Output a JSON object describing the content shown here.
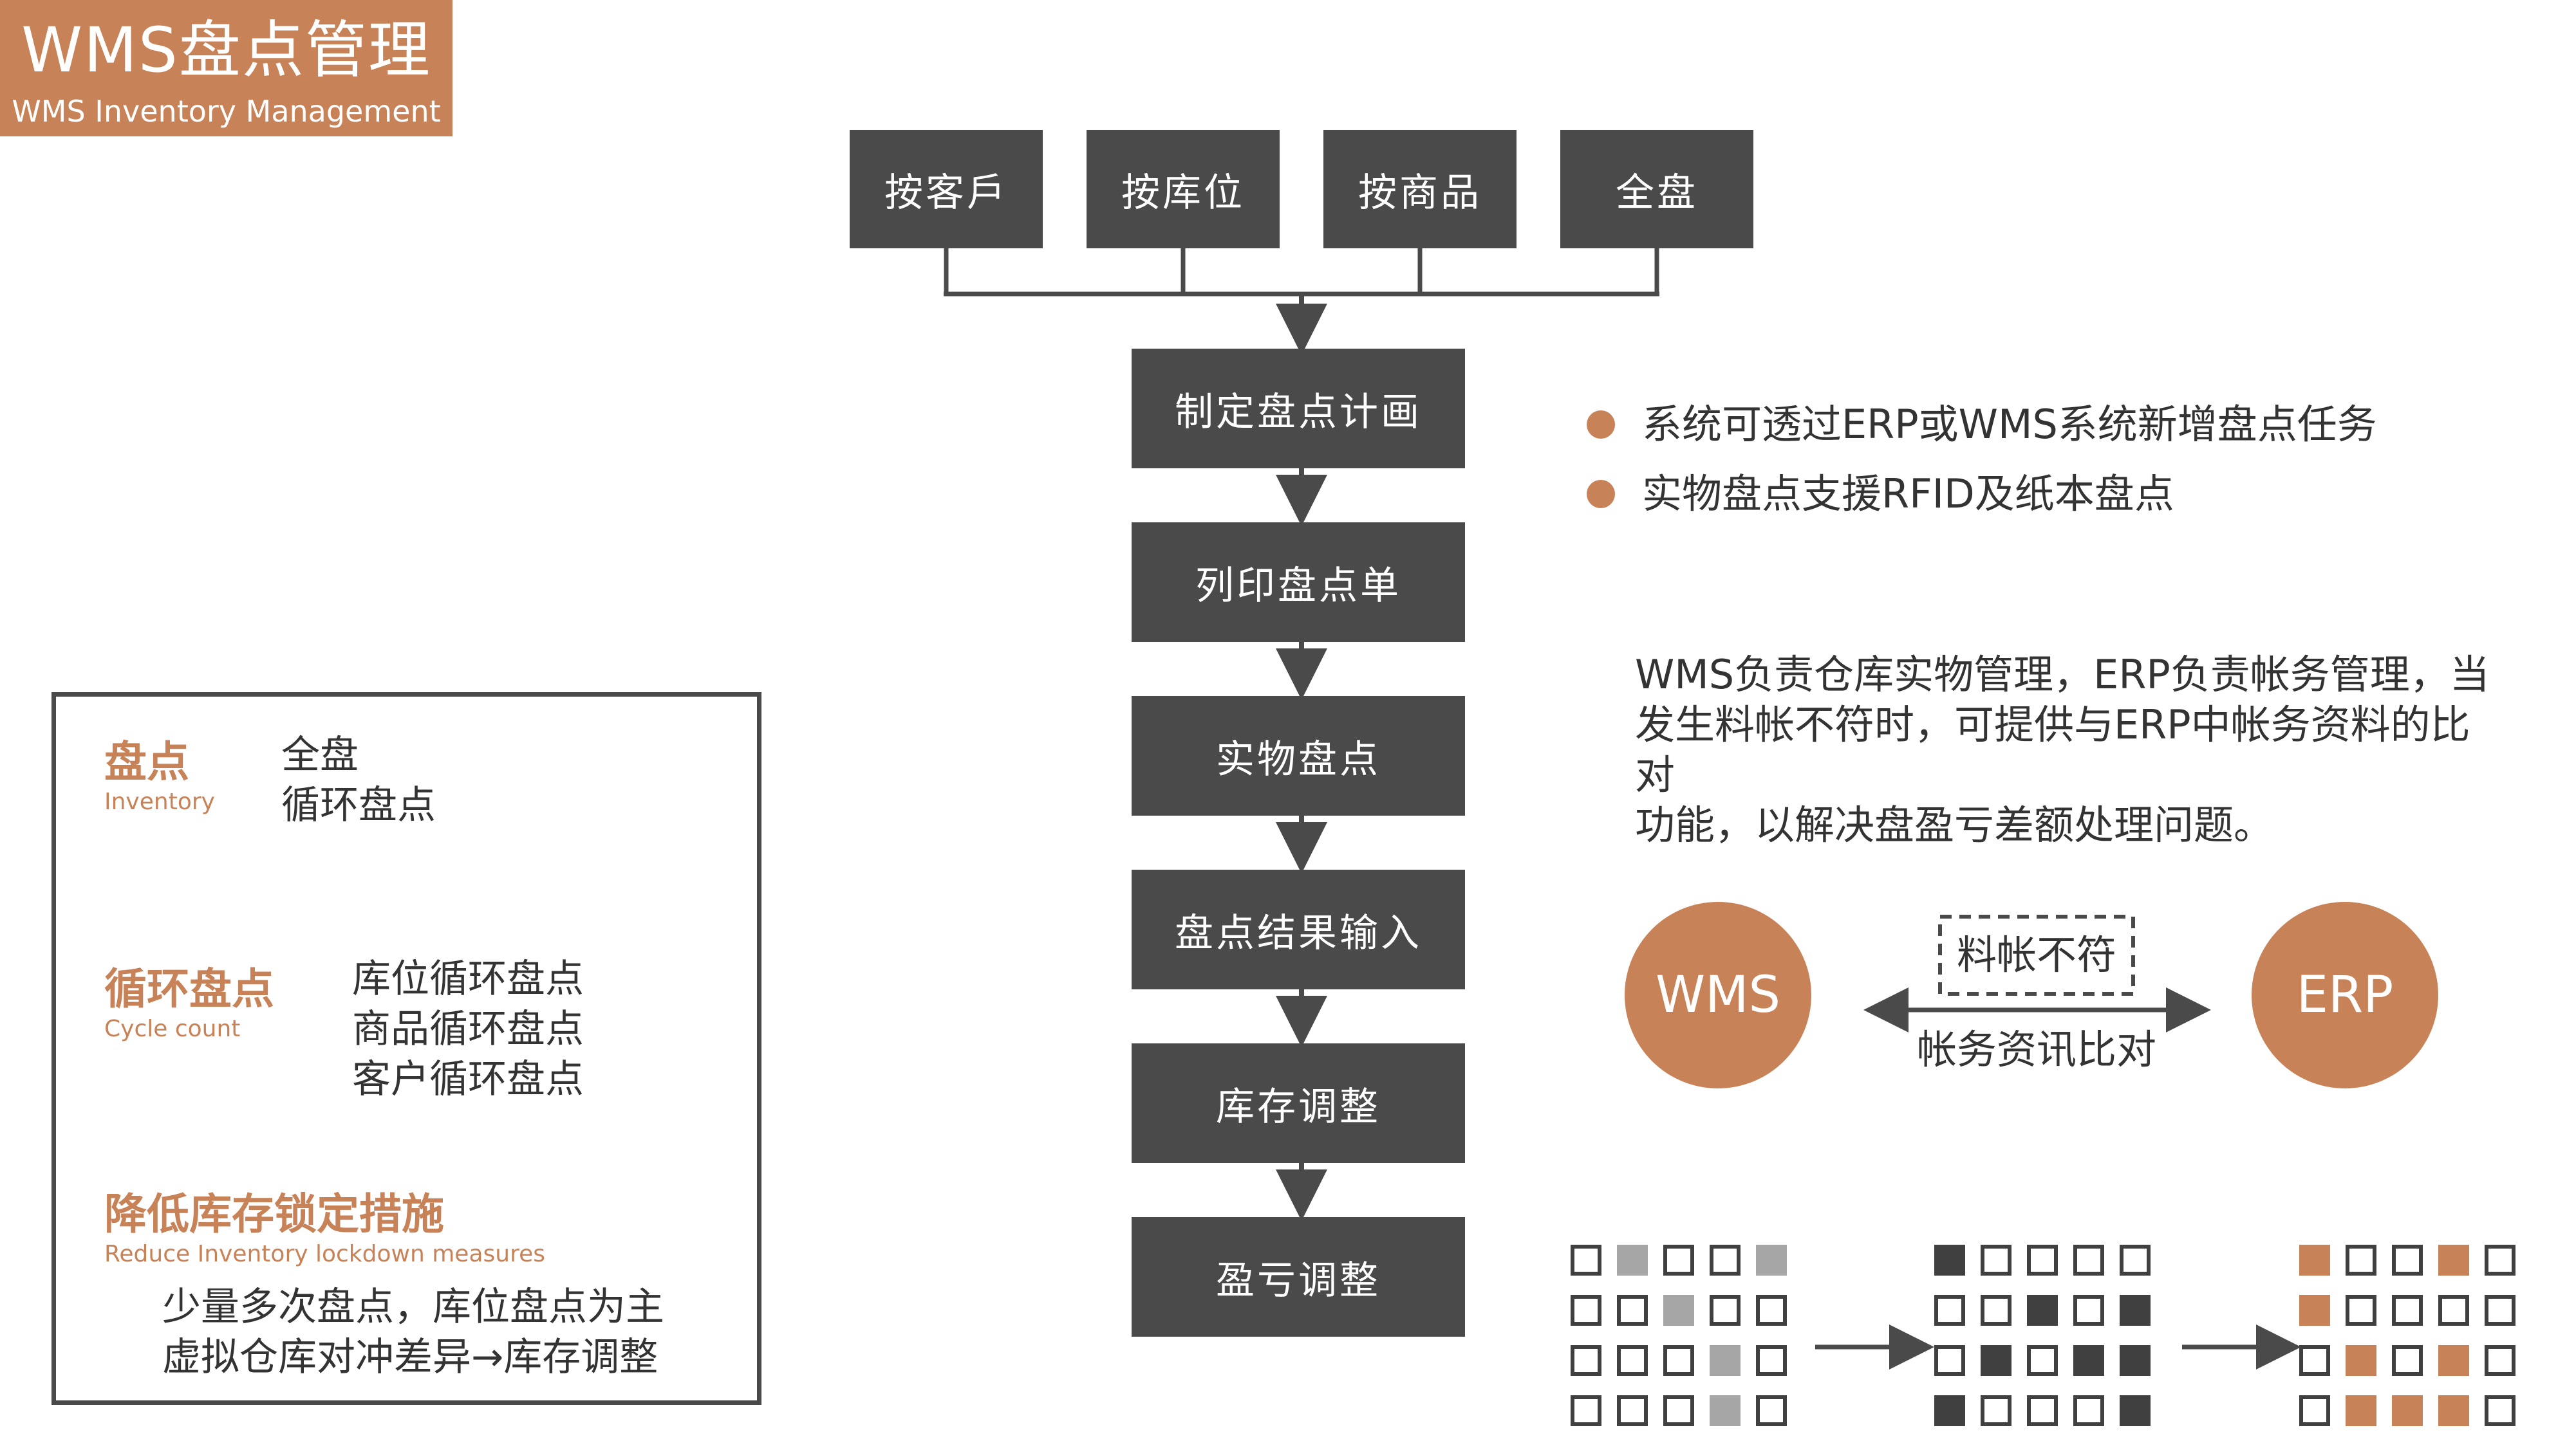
{
  "header": {
    "title": "WMS盘点管理",
    "subtitle": "WMS Inventory Management",
    "accent_color": "#c88258"
  },
  "flow": {
    "top_options": [
      "按客戶",
      "按库位",
      "按商品",
      "全盘"
    ],
    "steps": [
      "制定盘点计画",
      "列印盘点单",
      "实物盘点",
      "盘点结果输入",
      "库存调整",
      "盈亏调整"
    ],
    "box_color": "#4a4a4a"
  },
  "left_panel": {
    "categories": [
      {
        "title": "盘点",
        "subtitle": "Inventory",
        "items": [
          "全盘",
          "循环盘点"
        ]
      },
      {
        "title": "循环盘点",
        "subtitle": "Cycle count",
        "items": [
          "库位循环盘点",
          "商品循环盘点",
          "客户循环盘点"
        ]
      },
      {
        "title": "降低库存锁定措施",
        "subtitle": "Reduce Inventory lockdown measures",
        "items": [
          "少量多次盘点，库位盘点为主",
          "虚拟仓库对冲差异→库存调整"
        ]
      }
    ]
  },
  "bullets": [
    "系统可透过ERP或WMS系统新增盘点任务",
    "实物盘点支援RFID及纸本盘点"
  ],
  "paragraph": {
    "lines": [
      "WMS负责仓库实物管理，ERP负责帐务管理，当",
      "发生料帐不符时，可提供与ERP中帐务资料的比对",
      "功能，以解决盘盈亏差额处理问题。"
    ]
  },
  "compare": {
    "left": "WMS",
    "right": "ERP",
    "top_label": "料帐不符",
    "bottom_label": "帐务资讯比对"
  },
  "grids": [
    {
      "rows": [
        [
          "empty",
          "gray",
          "empty",
          "empty",
          "gray"
        ],
        [
          "empty",
          "empty",
          "gray",
          "empty",
          "empty"
        ],
        [
          "empty",
          "empty",
          "empty",
          "gray",
          "empty"
        ],
        [
          "empty",
          "empty",
          "empty",
          "gray",
          "empty"
        ]
      ]
    },
    {
      "rows": [
        [
          "dark",
          "empty",
          "empty",
          "empty",
          "empty"
        ],
        [
          "empty",
          "empty",
          "dark",
          "empty",
          "dark"
        ],
        [
          "empty",
          "dark",
          "empty",
          "dark",
          "dark"
        ],
        [
          "dark",
          "empty",
          "empty",
          "empty",
          "dark"
        ]
      ]
    },
    {
      "rows": [
        [
          "orange",
          "empty",
          "empty",
          "orange",
          "empty"
        ],
        [
          "orange",
          "empty",
          "empty",
          "empty",
          "empty"
        ],
        [
          "empty",
          "orange",
          "empty",
          "orange",
          "empty"
        ],
        [
          "empty",
          "orange",
          "orange",
          "orange",
          "empty"
        ]
      ]
    }
  ],
  "grid_colors": {
    "empty": "#ffffff",
    "gray": "#a6a6a6",
    "dark": "#404040",
    "orange": "#c88258",
    "border": "#404040"
  }
}
